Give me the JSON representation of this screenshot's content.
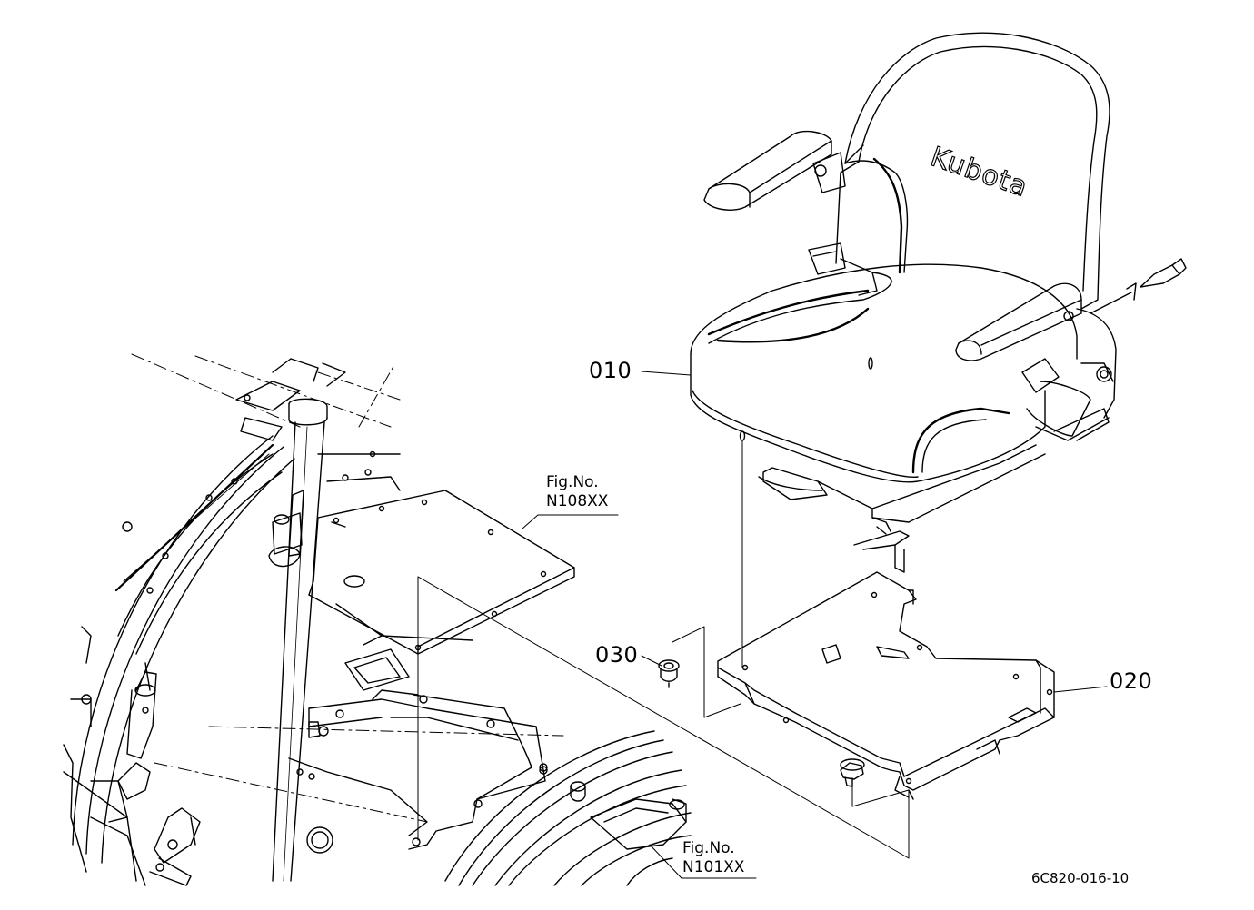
{
  "parts": [
    {
      "number": "010",
      "name": "seat"
    },
    {
      "number": "020",
      "name": "seat-bracket"
    },
    {
      "number": "030",
      "name": "grommet"
    }
  ],
  "references": [
    {
      "caption": "Fig.No.",
      "figure": "N108XX"
    },
    {
      "caption": "Fig.No.",
      "figure": "N101XX"
    }
  ],
  "seat_logo": "Kubota",
  "drawing_code": "6C820-016-10"
}
